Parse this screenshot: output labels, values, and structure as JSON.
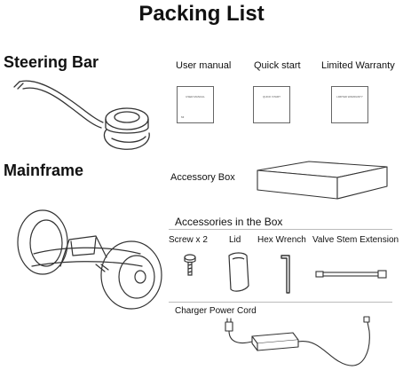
{
  "page": {
    "title": "Packing List"
  },
  "sections": {
    "steering_bar": "Steering Bar",
    "mainframe": "Mainframe"
  },
  "documents": [
    {
      "label": "User manual",
      "cover_text": "USER MANUAL",
      "footer_text": "MI"
    },
    {
      "label": "Quick start",
      "cover_text": "QUICK START",
      "footer_text": ""
    },
    {
      "label": "Limited Warranty",
      "cover_text": "LIMITED WARRANTY",
      "footer_text": ""
    }
  ],
  "accessory_box": {
    "label": "Accessory Box"
  },
  "accessories": {
    "header": "Accessories in the Box",
    "items": [
      {
        "label": "Screw x 2",
        "icon": "screw-icon"
      },
      {
        "label": "Lid",
        "icon": "lid-icon"
      },
      {
        "label": "Hex Wrench",
        "icon": "hex-wrench-icon"
      },
      {
        "label": "Valve Stem Extension",
        "icon": "valve-stem-extension-icon"
      }
    ]
  },
  "charger": {
    "label": "Charger Power Cord",
    "icon": "charger-power-cord-icon"
  },
  "colors": {
    "text": "#111111",
    "line_art": "#333333",
    "divider": "#bbbbbb"
  }
}
